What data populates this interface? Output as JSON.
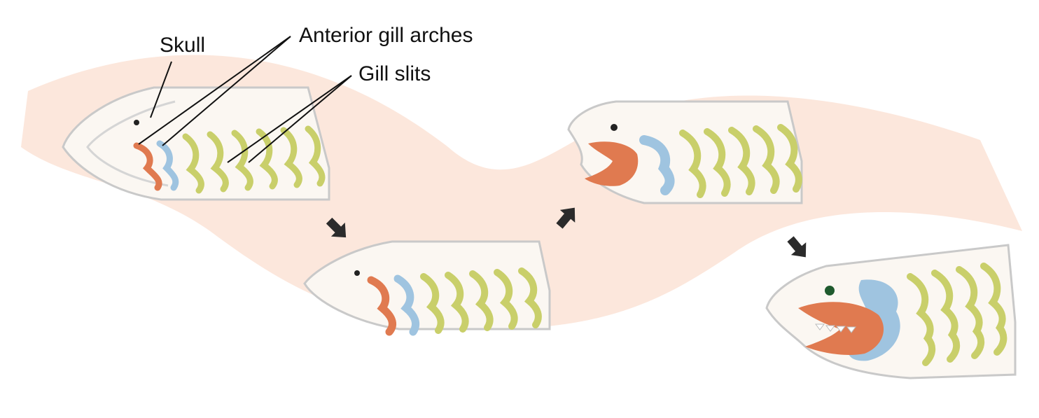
{
  "labels": {
    "skull": "Skull",
    "anterior_gill_arches": "Anterior gill arches",
    "gill_slits": "Gill slits"
  },
  "colors": {
    "background_band": "#fbe3d6",
    "head_outline": "#c9c9c9",
    "head_fill": "#fbf7f2",
    "jaw_orange": "#e07a50",
    "second_arch_blue": "#9fc4e0",
    "gill_arch_yellow_green": "#c9cf6a",
    "arrow": "#2b2b2b"
  }
}
